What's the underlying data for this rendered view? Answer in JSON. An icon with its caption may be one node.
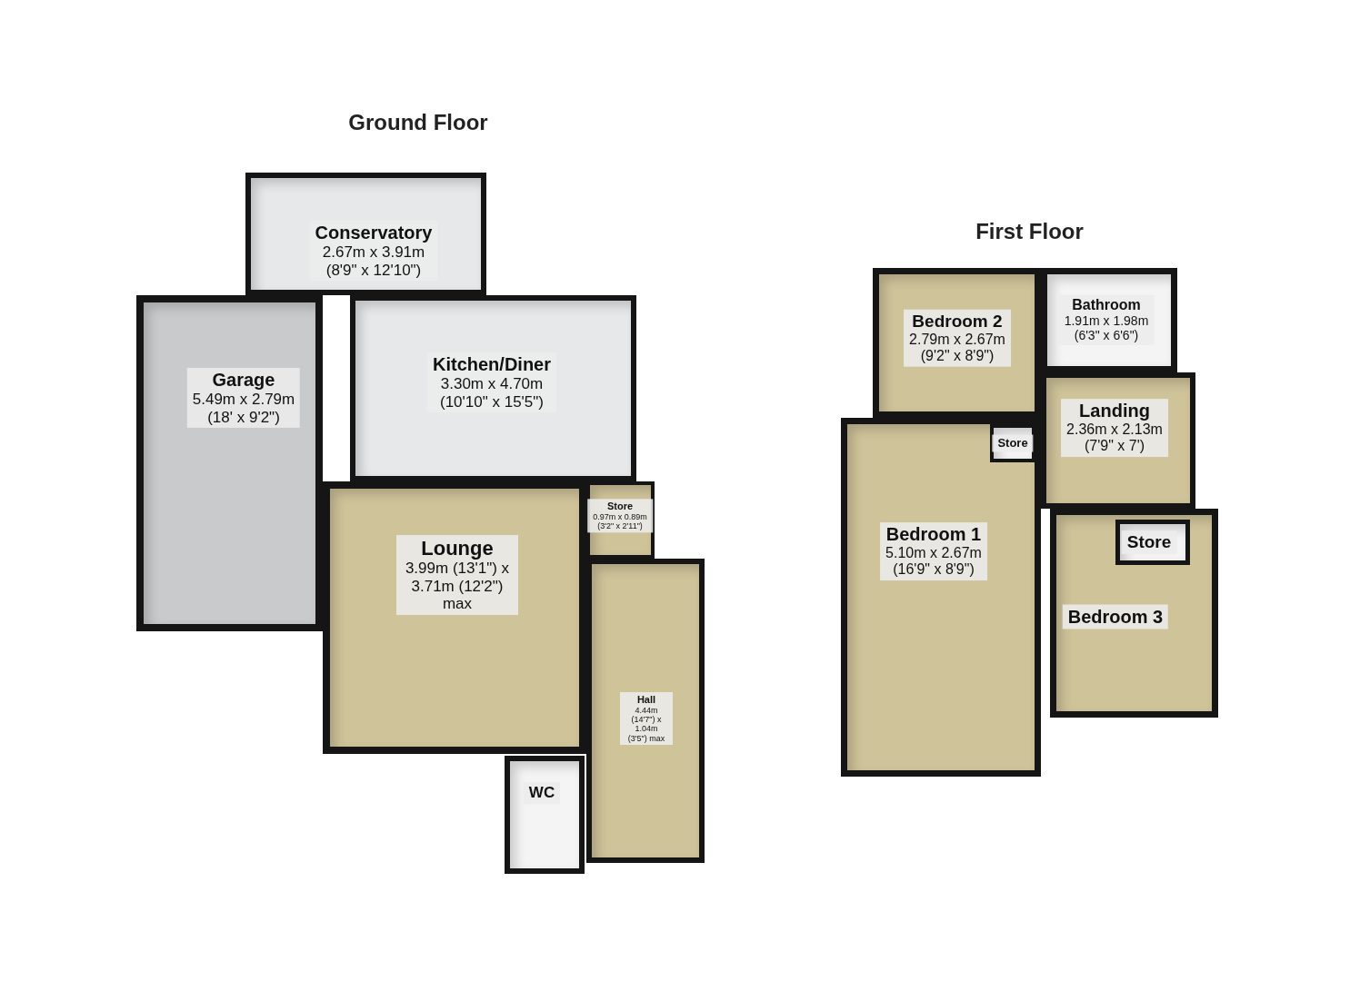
{
  "diagram": {
    "nodes": [
      {
        "text": [
          "Ground Floor"
        ]
      },
      {
        "text": [
          "Conservatory",
          "2.67m x 3.91m",
          "(8'9\" x 12'10\")"
        ],
        "in": 0
      },
      {
        "text": [
          "Garage",
          "5.49m x 2.79m",
          "(18' x 9'2\")"
        ],
        "in": 0
      },
      {
        "text": [
          "Kitchen/Diner",
          "3.30m x 4.70m",
          "(10'10\" x 15'5\")"
        ],
        "in": 0
      },
      {
        "text": [
          "Lounge",
          "3.99m (13'1\") x 3.71m (12'2\") max"
        ],
        "in": 0
      },
      {
        "text": [
          "Store",
          "0.97m x 0.89m",
          "(3'2\" x 2'11\")"
        ],
        "in": 0
      },
      {
        "text": [
          "Hall",
          "4.44m (14'7\") x 1.04m (3'5\") max"
        ],
        "in": 0
      },
      {
        "text": [
          "WC"
        ],
        "in": 0
      },
      {
        "text": [
          "First Floor"
        ]
      },
      {
        "text": [
          "Bedroom 2",
          "2.79m x 2.67m",
          "(9'2\" x 8'9\")"
        ],
        "in": 8
      },
      {
        "text": [
          "Bathroom",
          "1.91m x 1.98m",
          "(6'3\" x 6'6\")"
        ],
        "in": 8
      },
      {
        "text": [
          "Landing",
          "2.36m x 2.13m",
          "(7'9\" x 7')"
        ],
        "in": 8
      },
      {
        "text": [
          "Bedroom 1",
          "5.10m x 2.67m",
          "(16'9\" x 8'9\")"
        ],
        "in": 8
      },
      {
        "text": [
          "Store"
        ],
        "in": 12
      },
      {
        "text": [
          "Bedroom 3"
        ],
        "in": 8
      },
      {
        "text": [
          "Store"
        ],
        "in": 14
      }
    ]
  }
}
